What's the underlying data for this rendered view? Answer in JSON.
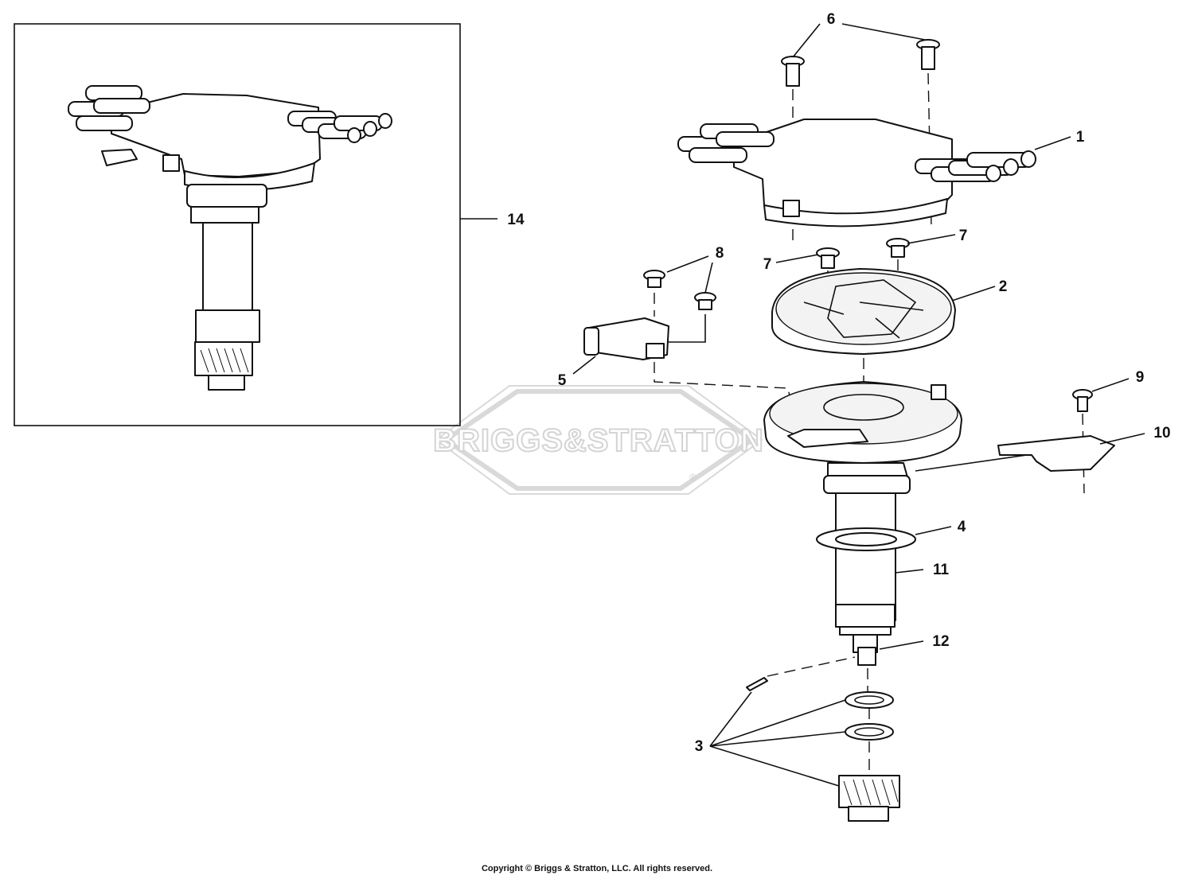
{
  "callouts": {
    "c1": "1",
    "c2": "2",
    "c3": "3",
    "c4": "4",
    "c5": "5",
    "c6": "6",
    "c7a": "7",
    "c7b": "7",
    "c8": "8",
    "c9": "9",
    "c10": "10",
    "c11": "11",
    "c12": "12",
    "c14": "14"
  },
  "watermark": {
    "text": "BRIGGS&STRATTON",
    "mark": "®"
  },
  "copyright": "Copyright © Briggs & Stratton, LLC. All rights reserved."
}
